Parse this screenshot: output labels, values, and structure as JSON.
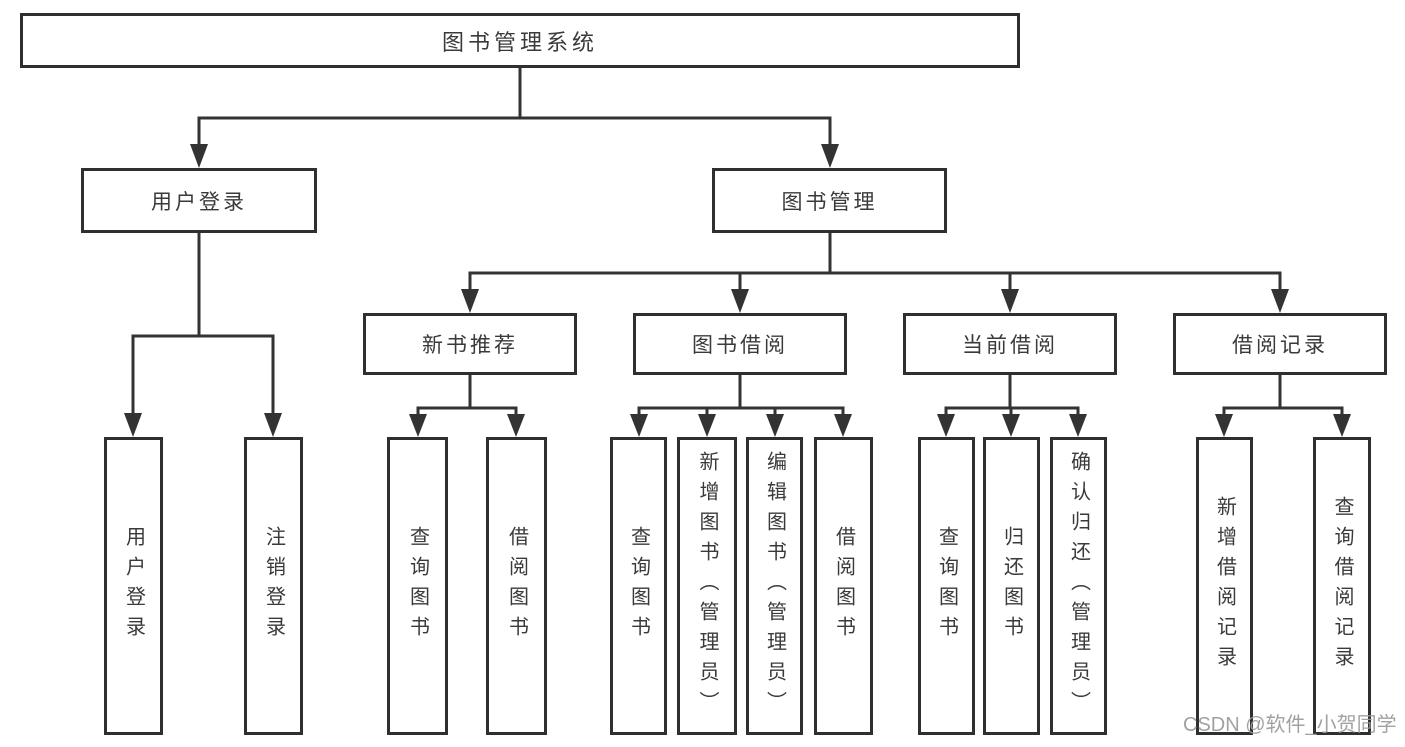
{
  "colors": {
    "background": "#ffffff",
    "line": "#333333",
    "box_border": "#2f2f2f",
    "text": "#3a3a3a",
    "watermark": "#9a9a9a"
  },
  "tree": {
    "root": {
      "label": "图书管理系统"
    },
    "branches": [
      {
        "label": "用户登录",
        "children": [
          {
            "label": "用户登录"
          },
          {
            "label": "注销登录"
          }
        ]
      },
      {
        "label": "图书管理",
        "children": [
          {
            "label": "新书推荐",
            "children": [
              {
                "label": "查询图书"
              },
              {
                "label": "借阅图书"
              }
            ]
          },
          {
            "label": "图书借阅",
            "children": [
              {
                "label": "查询图书"
              },
              {
                "label": "新增图书（管理员）"
              },
              {
                "label": "编辑图书（管理员）"
              },
              {
                "label": "借阅图书"
              }
            ]
          },
          {
            "label": "当前借阅",
            "children": [
              {
                "label": "查询图书"
              },
              {
                "label": "归还图书"
              },
              {
                "label": "确认归还（管理员）"
              }
            ]
          },
          {
            "label": "借阅记录",
            "children": [
              {
                "label": "新增借阅记录"
              },
              {
                "label": "查询借阅记录"
              }
            ]
          }
        ]
      }
    ]
  },
  "watermark": {
    "text": "CSDN @软件_小贺同学"
  }
}
